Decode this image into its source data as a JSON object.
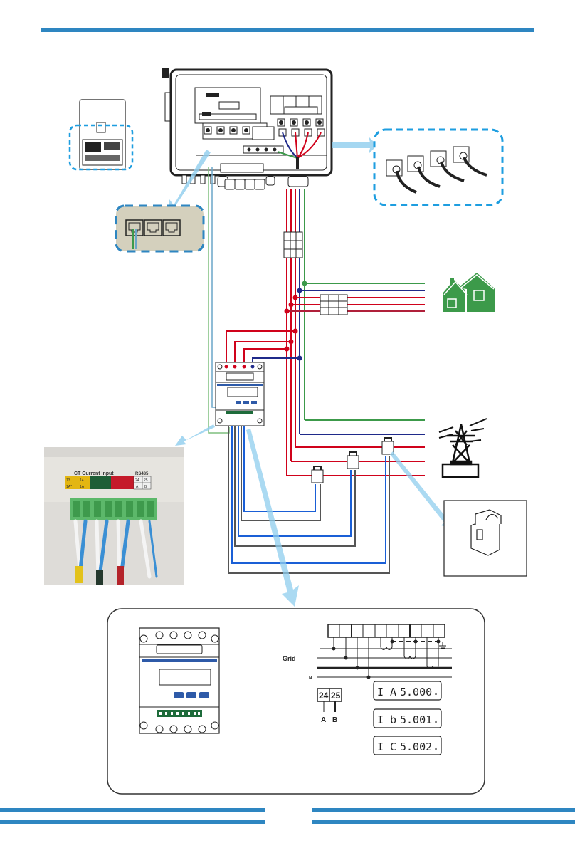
{
  "page": {
    "accent_color": "#2e86c1",
    "wire_colors": {
      "phase": "#d0021b",
      "neutral": "#1f2a8a",
      "earth": "#3c9a4a",
      "ct_signal": "#1a5fd6",
      "ct_return": "#555555",
      "rs485_a": "#7fbf7f",
      "rs485_b": "#6aa6c8"
    }
  },
  "photo": {
    "header_ct": "CT Current Input",
    "header_rs485": "RS485",
    "terminals_top": [
      "13",
      "14",
      "",
      "",
      "",
      "",
      "24",
      "25"
    ],
    "terminals_bottom": [
      "1A*",
      "1A",
      "",
      "",
      "",
      "",
      "A",
      "B"
    ]
  },
  "detail": {
    "grid_label": "Grid",
    "neutral_label": "N",
    "rs485_terminals": [
      "24",
      "25"
    ],
    "rs485_labels": [
      "A",
      "B"
    ],
    "lcd_readings": [
      {
        "phase": "I A",
        "value": "5.000",
        "unit": "A"
      },
      {
        "phase": "I b",
        "value": "5.001",
        "unit": "A"
      },
      {
        "phase": "I C",
        "value": "5.002",
        "unit": "A"
      }
    ]
  },
  "icons": {
    "house": "house-icon",
    "grid_tower": "power-tower-icon",
    "ct_clamp": "ct-clamp-icon",
    "inverter": "inverter-icon",
    "meter": "energy-meter-icon",
    "rj45": "rj45-port-icon"
  }
}
